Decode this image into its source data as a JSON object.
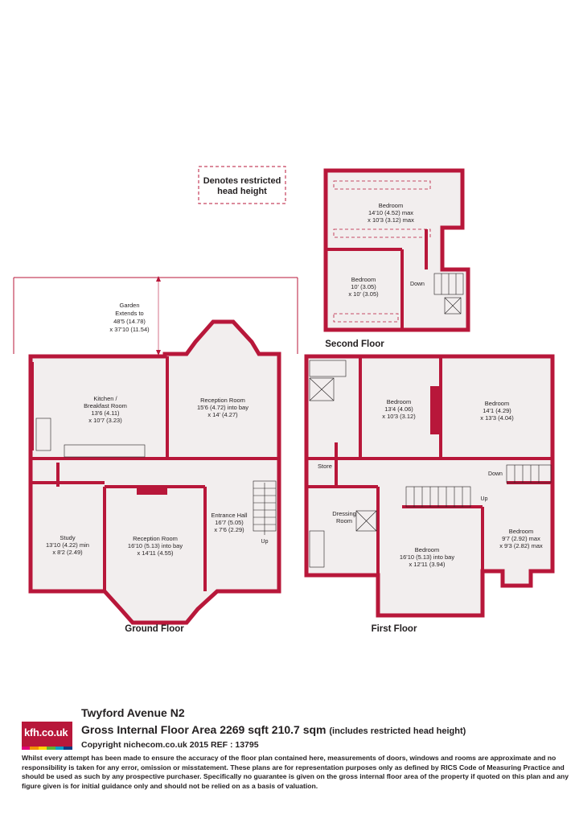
{
  "legend": {
    "restricted_label_1": "Denotes restricted",
    "restricted_label_2": "head height"
  },
  "garden": {
    "label": "Garden",
    "line1": "Extends to",
    "line2": "48'5 (14.78)",
    "line3": "x 37'10 (11.54)"
  },
  "floors": {
    "ground": {
      "label": "Ground Floor",
      "rooms": {
        "kitchen": [
          "Kitchen /",
          "Breakfast Room",
          "13'6 (4.11)",
          "x 10'7 (3.23)"
        ],
        "reception_rear": [
          "Reception Room",
          "15'6 (4.72) into bay",
          "x 14' (4.27)"
        ],
        "entrance_hall": [
          "Entrance Hall",
          "16'7 (5.05)",
          "x 7'6 (2.29)"
        ],
        "study": [
          "Study",
          "13'10 (4.22) min",
          "x 8'2 (2.49)"
        ],
        "reception_front": [
          "Reception Room",
          "16'10 (5.13) into bay",
          "x 14'11 (4.55)"
        ]
      },
      "up_label": "Up"
    },
    "first": {
      "label": "First Floor",
      "rooms": {
        "bedroom_mid": [
          "Bedroom",
          "13'4 (4.06)",
          "x 10'3 (3.12)"
        ],
        "bedroom_rear_right": [
          "Bedroom",
          "14'1 (4.29)",
          "x 13'3 (4.04)"
        ],
        "store": [
          "Store"
        ],
        "dressing": [
          "Dressing",
          "Room"
        ],
        "bedroom_front": [
          "Bedroom",
          "16'10 (5.13) into bay",
          "x 12'11 (3.94)"
        ],
        "bedroom_small": [
          "Bedroom",
          "9'7 (2.92) max",
          "x 9'3 (2.82) max"
        ]
      },
      "down_label": "Down",
      "up_label": "Up"
    },
    "second": {
      "label": "Second Floor",
      "rooms": {
        "bedroom_top": [
          "Bedroom",
          "14'10 (4.52) max",
          "x 10'3 (3.12) max"
        ],
        "bedroom_lower": [
          "Bedroom",
          "10' (3.05)",
          "x 10' (3.05)"
        ]
      },
      "down_label": "Down"
    }
  },
  "footer": {
    "logo_text": "kfh.co.uk",
    "logo_bar_colors": [
      "#e2007a",
      "#f29100",
      "#ffd500",
      "#5fb233",
      "#00a0c6",
      "#0f3b82"
    ],
    "property_title": "Twyford Avenue  N2",
    "area_main": "Gross Internal Floor Area 2269 sqft 210.7 sqm",
    "area_note": "(includes restricted head height)",
    "copyright": "Copyright nichecom.co.uk 2015 REF : 13795",
    "disclaimer": "Whilst every attempt has been made to ensure the accuracy of the floor plan contained here, measurements of doors, windows and rooms are approximate and no responsibility is taken for any error, omission or misstatement.  These plans are for representation purposes only as defined by RICS Code of Measuring Practice and should be used as such by any prospective purchaser.  Specifically no guarantee is given on the gross internal floor area of the property if quoted on this plan and any figure given is for initial guidance only and should not be relied on as a basis of valuation."
  },
  "colors": {
    "wall": "#b8173a",
    "floor": "#f2eeee",
    "ink": "#231f20"
  }
}
